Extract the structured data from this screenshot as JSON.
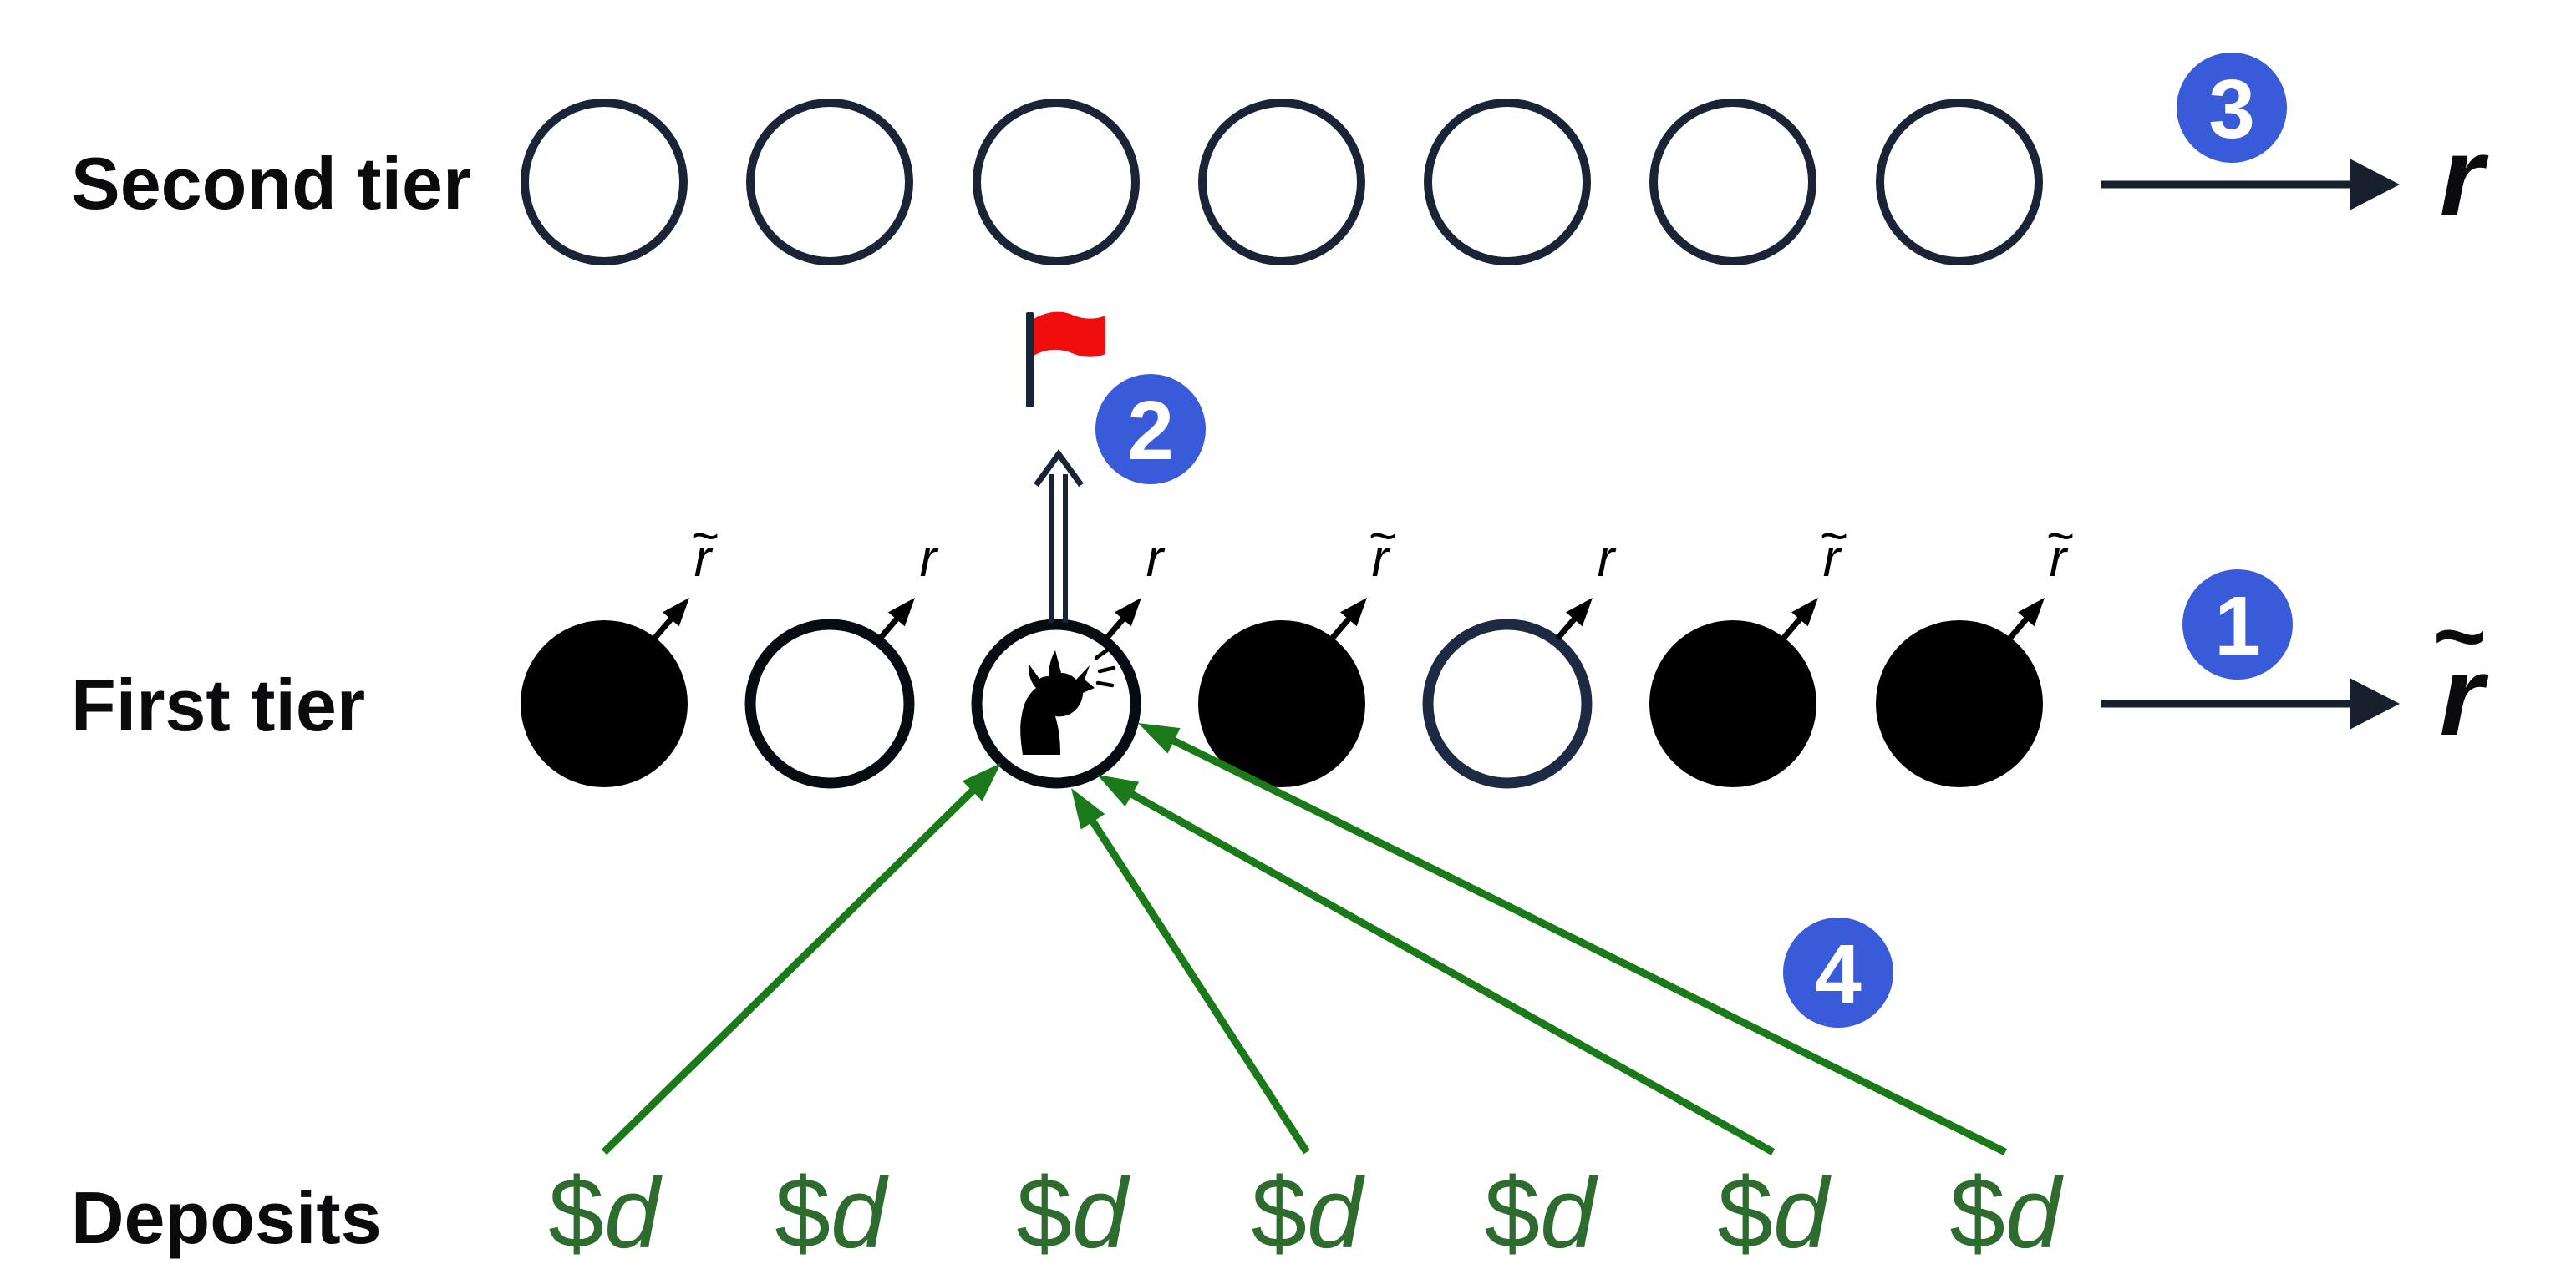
{
  "rows": {
    "second_tier": {
      "label": "Second tier",
      "node_count": 7
    },
    "first_tier": {
      "label": "First tier",
      "nodes": [
        {
          "filled": true,
          "whistleblower": false,
          "return_symbol": "r",
          "return_tilde": true
        },
        {
          "filled": false,
          "whistleblower": false,
          "return_symbol": "r",
          "return_tilde": false
        },
        {
          "filled": false,
          "whistleblower": true,
          "return_symbol": "r",
          "return_tilde": false
        },
        {
          "filled": true,
          "whistleblower": false,
          "return_symbol": "r",
          "return_tilde": true
        },
        {
          "filled": false,
          "whistleblower": false,
          "return_symbol": "r",
          "return_tilde": false
        },
        {
          "filled": true,
          "whistleblower": false,
          "return_symbol": "r",
          "return_tilde": true
        },
        {
          "filled": true,
          "whistleblower": false,
          "return_symbol": "r",
          "return_tilde": true
        }
      ]
    },
    "deposits": {
      "label": "Deposits",
      "amount": "$d",
      "count": 7,
      "arrow_source_indices": [
        1,
        4,
        6,
        7
      ]
    }
  },
  "outcomes": {
    "second_tier": {
      "symbol": "r",
      "tilde": ""
    },
    "first_tier": {
      "symbol": "r",
      "tilde": "~"
    }
  },
  "step_badges": [
    {
      "number": "1"
    },
    {
      "number": "2"
    },
    {
      "number": "3"
    },
    {
      "number": "4"
    }
  ],
  "icons": {
    "flag": "red-flag-icon",
    "whistleblower": "howling-wolf-icon"
  },
  "colors": {
    "badge_blue": "#3a5bd9",
    "flag_red": "#f10d0d",
    "arrow_green": "#1a7a1a",
    "deposit_green": "#2e6b2e",
    "navy": "#1b2437",
    "node_black": "#000000",
    "outcome_arrow": "#18202e",
    "label_black": "#0b0b0d"
  }
}
